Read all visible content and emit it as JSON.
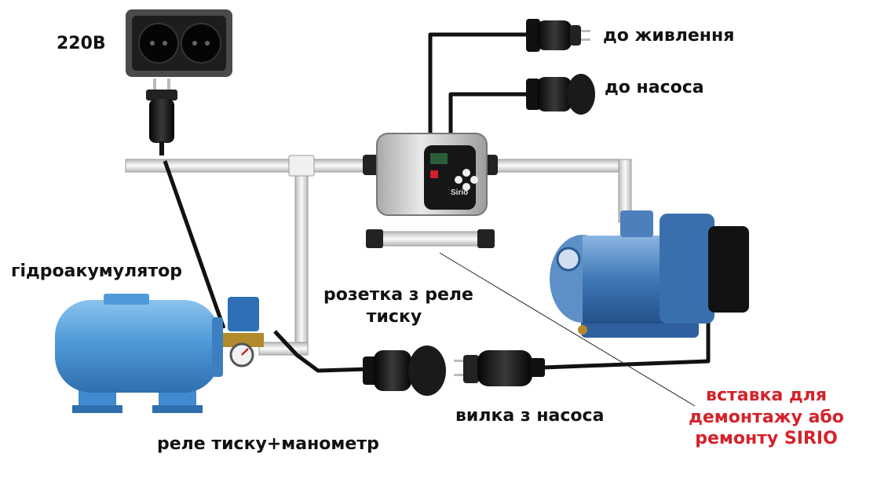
{
  "labels": {
    "voltage": "220В",
    "to_power": "до живлення",
    "to_pump": "до насоса",
    "accumulator": "гідроакумулятор",
    "socket_relay_line1": "розетка з реле",
    "socket_relay_line2": "тиску",
    "pump_plug": "вилка з насоса",
    "relay_gauge": "реле тиску+манометр",
    "insert_line1": "вставка для",
    "insert_line2": "демонтажу або",
    "insert_line3": "ремонту SIRIO"
  },
  "device_brand": "Sirio",
  "colors": {
    "tank_blue": "#4f9ad8",
    "pump_blue": "#3f77b6",
    "pipe_white": "#f2f2f2",
    "cable": "#111111",
    "highlight_red": "#d4222a"
  }
}
